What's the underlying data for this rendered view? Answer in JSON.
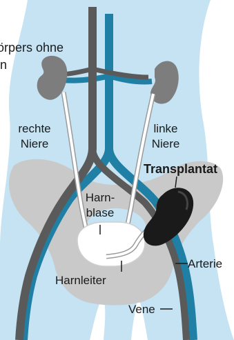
{
  "caption": {
    "line1": "örpers ohne",
    "line2": "n"
  },
  "labels": {
    "right_kidney": "rechte\nNiere",
    "left_kidney": "linke\nNiere",
    "transplant": "Transplantat",
    "bladder": "Harn-\nblase",
    "ureter": "Harnleiter",
    "artery": "Arterie",
    "vein": "Vene"
  },
  "colors": {
    "background": "#c5e3f3",
    "body_silhouette": "#ffffff",
    "pelvis": "#c9c9c9",
    "artery": "#5a5a5a",
    "vein": "#1f7fa4",
    "kidney": "#7d7d7d",
    "transplant_kidney": "#1a1a1a",
    "bladder": "#ffffff"
  }
}
